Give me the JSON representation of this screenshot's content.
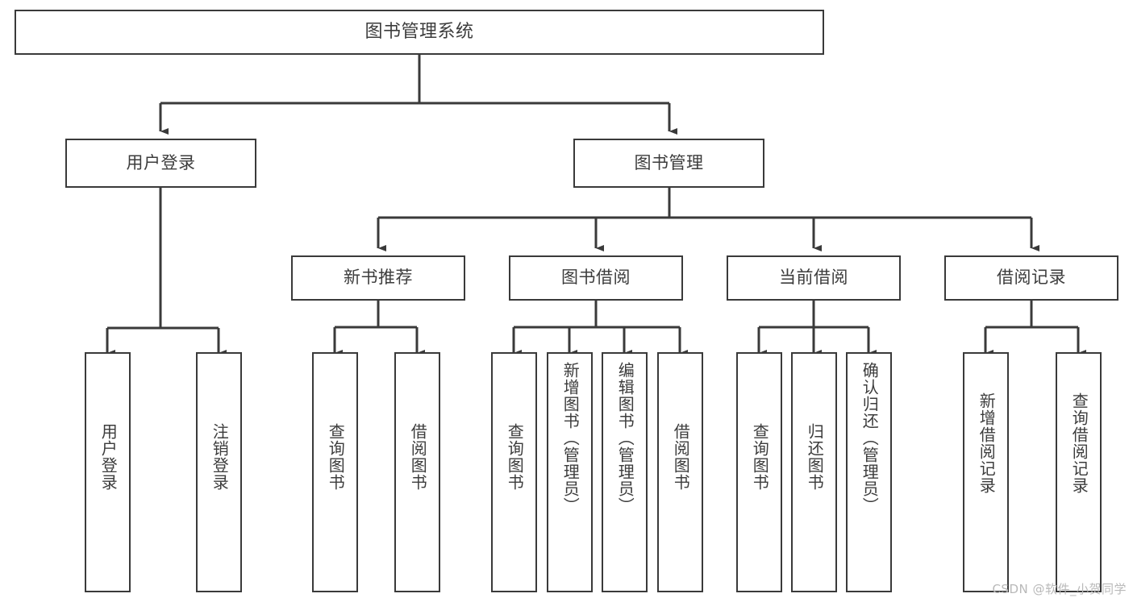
{
  "diagram": {
    "title": "图书管理系统",
    "type": "tree-hierarchy",
    "watermark": "CSDN @软件_小贺同学",
    "colors": {
      "stroke": "#3a3a3a",
      "text": "#3c3c3c",
      "background": "#ffffff",
      "watermark": "#b9b9b9"
    },
    "nodes": {
      "root": {
        "label": "图书管理系统"
      },
      "level1": [
        {
          "id": "user-login",
          "label": "用户登录"
        },
        {
          "id": "book-manage",
          "label": "图书管理"
        }
      ],
      "level2": [
        {
          "id": "new-book-recommend",
          "label": "新书推荐"
        },
        {
          "id": "book-borrow",
          "label": "图书借阅"
        },
        {
          "id": "current-borrow",
          "label": "当前借阅"
        },
        {
          "id": "borrow-record",
          "label": "借阅记录"
        }
      ],
      "leaves": [
        {
          "id": "leaf-user-login",
          "label": "用户登录",
          "parent": "user-login"
        },
        {
          "id": "leaf-logout-login",
          "label": "注销登录",
          "parent": "user-login"
        },
        {
          "id": "leaf-query-book-1",
          "label": "查询图书",
          "parent": "new-book-recommend"
        },
        {
          "id": "leaf-borrow-book-1",
          "label": "借阅图书",
          "parent": "new-book-recommend"
        },
        {
          "id": "leaf-query-book-2",
          "label": "查询图书",
          "parent": "book-borrow"
        },
        {
          "id": "leaf-add-book-admin",
          "label": "新增图书（管理员）",
          "parent": "book-borrow"
        },
        {
          "id": "leaf-edit-book-admin",
          "label": "编辑图书（管理员）",
          "parent": "book-borrow"
        },
        {
          "id": "leaf-borrow-book-2",
          "label": "借阅图书",
          "parent": "book-borrow"
        },
        {
          "id": "leaf-query-book-3",
          "label": "查询图书",
          "parent": "current-borrow"
        },
        {
          "id": "leaf-return-book",
          "label": "归还图书",
          "parent": "current-borrow"
        },
        {
          "id": "leaf-confirm-return-admin",
          "label": "确认归还（管理员）",
          "parent": "current-borrow"
        },
        {
          "id": "leaf-add-borrow-record",
          "label": "新增借阅记录",
          "parent": "borrow-record"
        },
        {
          "id": "leaf-query-borrow-record",
          "label": "查询借阅记录",
          "parent": "borrow-record"
        }
      ]
    }
  }
}
